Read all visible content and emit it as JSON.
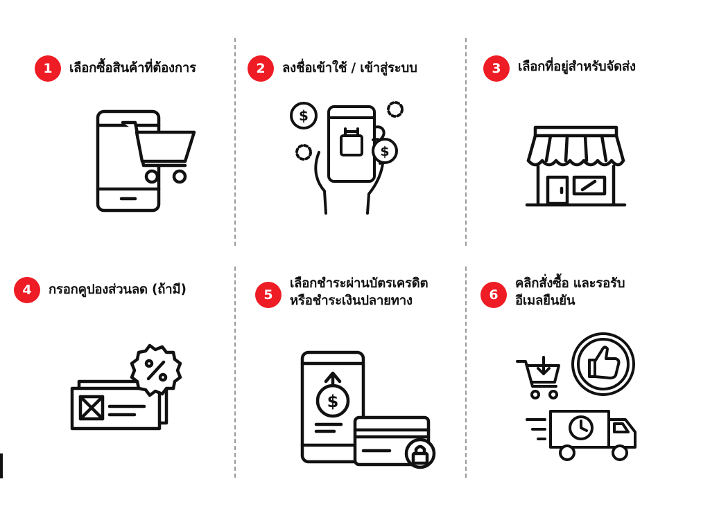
{
  "brand": {
    "accent_color": "#ee1c25",
    "ink_color": "#111111"
  },
  "steps": [
    {
      "number": "1",
      "title_lines": [
        "เลือกซื้อสินค้าที่ต้องการ"
      ],
      "icon": "phone-shopping-cart-icon"
    },
    {
      "number": "2",
      "title_lines": [
        "ลงชื่อเข้าใช้ / เข้าสู่ระบบ"
      ],
      "icon": "hand-holding-phone-dollar-icon"
    },
    {
      "number": "3",
      "title_lines": [
        "เลือกที่อยู่สำหรับจัดส่ง"
      ],
      "icon": "storefront-icon"
    },
    {
      "number": "4",
      "title_lines": [
        "กรอกคูปองส่วนลด (ถ้ามี)"
      ],
      "icon": "discount-coupon-icon"
    },
    {
      "number": "5",
      "title_lines": [
        "เลือกชำระผ่านบัตรเครดิต",
        "หรือชำระเงินปลายทาง"
      ],
      "icon": "phone-credit-card-lock-icon"
    },
    {
      "number": "6",
      "title_lines": [
        "คลิกสั่งซื้อ และรอรับ",
        "อีเมลยืนยัน"
      ],
      "icon": "cart-thumbs-up-delivery-truck-icon"
    }
  ]
}
